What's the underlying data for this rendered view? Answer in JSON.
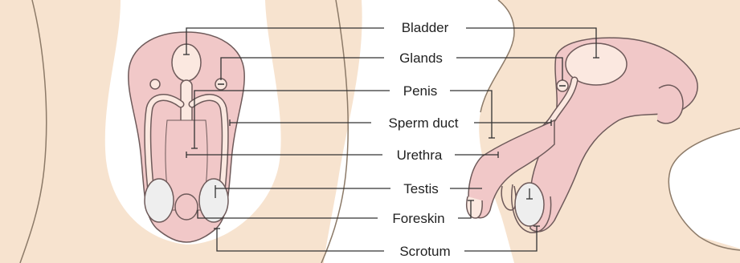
{
  "labels": {
    "bladder": "Bladder",
    "glands": "Glands",
    "penis": "Penis",
    "sperm_duct": "Sperm duct",
    "urethra": "Urethra",
    "testis": "Testis",
    "foreskin": "Foreskin",
    "scrotum": "Scrotum"
  },
  "colors": {
    "skin": "#f7e3cf",
    "skin_outline": "#8c7a68",
    "organ_pink": "#f1c8c8",
    "organ_light": "#fbe8e0",
    "organ_outline": "#6e5a5a",
    "testis_fill": "#eeeeee",
    "leader_line": "#333333"
  }
}
